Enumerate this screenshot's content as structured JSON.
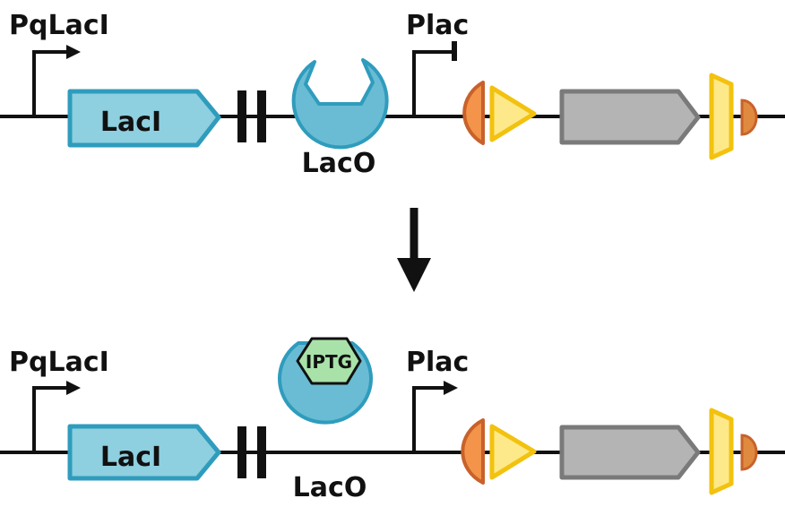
{
  "top": {
    "promoter_left_label": "PqLacI",
    "gene_label": "LacI",
    "operator_label": "LacO",
    "promoter_right_label": "Plac"
  },
  "bottom": {
    "promoter_left_label": "PqLacI",
    "gene_label": "LacI",
    "operator_label": "LacO",
    "promoter_right_label": "Plac",
    "inducer_label": "IPTG"
  },
  "colors": {
    "backbone": "#111111",
    "laci_fill": "#8ecfe0",
    "laci_stroke": "#2f9cbd",
    "repressor_fill": "#69bcd3",
    "repressor_stroke": "#2f9cbd",
    "rbs_fill": "#f3944a",
    "rbs_stroke": "#c8622a",
    "triangle_fill": "#fde98a",
    "triangle_stroke": "#f2c20f",
    "cds_fill": "#b4b4b4",
    "cds_stroke": "#7a7a7a",
    "iptg_fill": "#a9e2a9",
    "iptg_stroke": "#111111"
  },
  "icons": {
    "transition_arrow": "down-arrow-icon",
    "terminator": "double-bar-icon",
    "repressor": "lac-repressor-icon",
    "inducer": "hexagon-icon"
  }
}
